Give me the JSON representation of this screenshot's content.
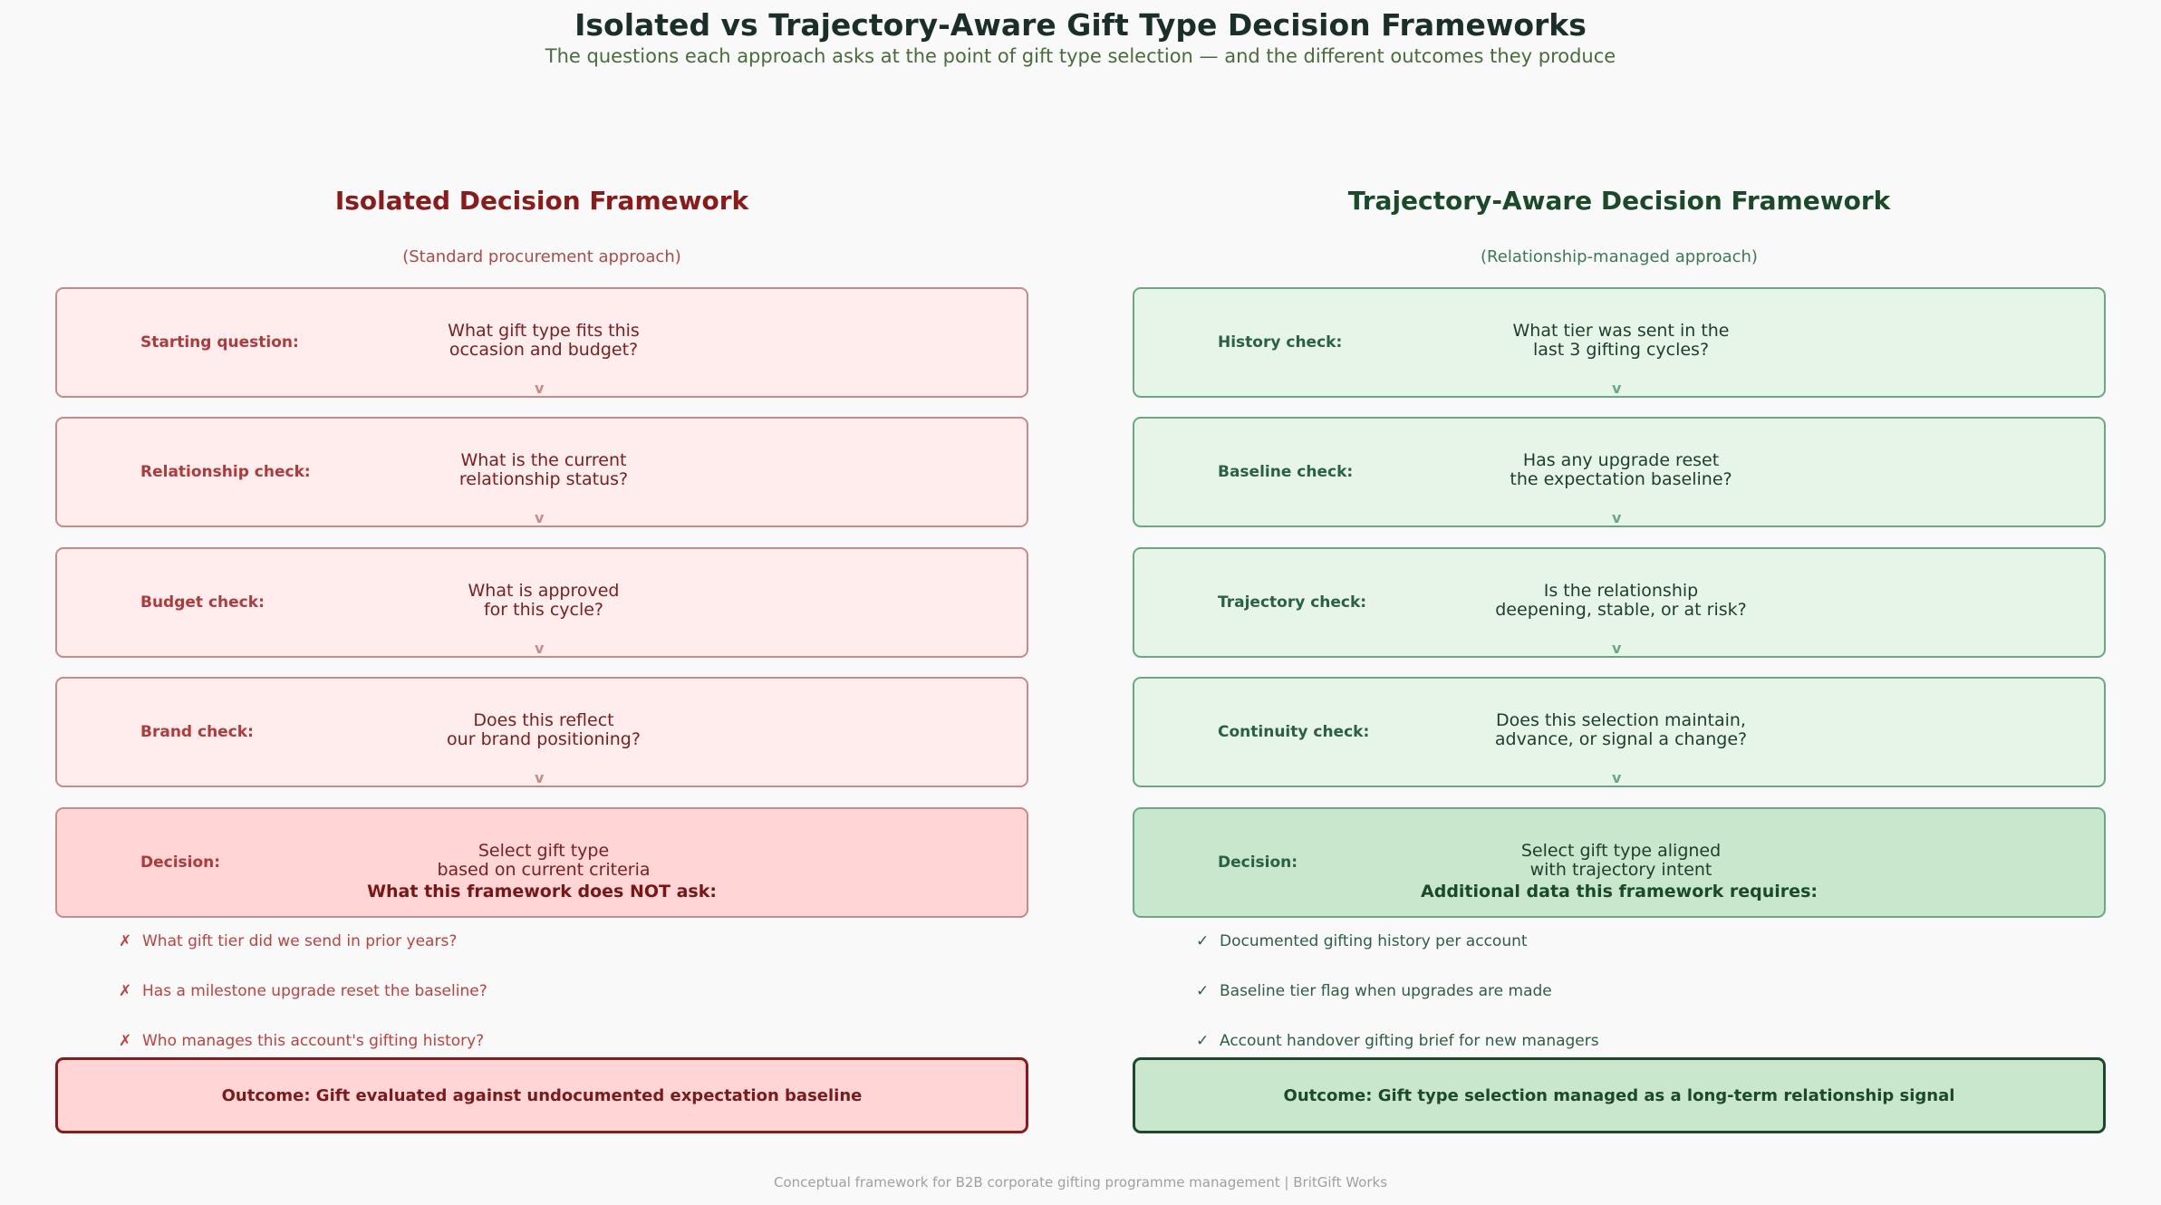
{
  "title": "Isolated vs Trajectory-Aware Gift Type Decision Frameworks",
  "subtitle": "The questions each approach asks at the point of gift type selection — and the different outcomes they produce",
  "left": {
    "title": "Isolated Decision Framework",
    "subtitle": "(Standard procurement approach)",
    "steps": [
      {
        "label": "Starting question:",
        "question": "What gift type fits this\noccasion and budget?"
      },
      {
        "label": "Relationship check:",
        "question": "What is the current\nrelationship status?"
      },
      {
        "label": "Budget check:",
        "question": "What is approved\nfor this cycle?"
      },
      {
        "label": "Brand check:",
        "question": "Does this reflect\nour brand positioning?"
      },
      {
        "label": "Decision:",
        "question": "Select gift type\nbased on current criteria"
      }
    ],
    "arrow_glyph": "v",
    "extra_heading": "What this framework does NOT ask:",
    "list_mark": "✗",
    "list": [
      "What gift tier did we send in prior years?",
      "Has a milestone upgrade reset the baseline?",
      "Who manages this account's gifting history?"
    ],
    "outcome": "Outcome: Gift evaluated against undocumented expectation baseline"
  },
  "right": {
    "title": "Trajectory-Aware Decision Framework",
    "subtitle": "(Relationship-managed approach)",
    "steps": [
      {
        "label": "History check:",
        "question": "What tier was sent in the\nlast 3 gifting cycles?"
      },
      {
        "label": "Baseline check:",
        "question": "Has any upgrade reset\nthe expectation baseline?"
      },
      {
        "label": "Trajectory check:",
        "question": "Is the relationship\ndeepening, stable, or at risk?"
      },
      {
        "label": "Continuity check:",
        "question": "Does this selection maintain,\nadvance, or signal a change?"
      },
      {
        "label": "Decision:",
        "question": "Select gift type aligned\nwith trajectory intent"
      }
    ],
    "arrow_glyph": "v",
    "extra_heading": "Additional data this framework requires:",
    "list_mark": "✓",
    "list": [
      "Documented gifting history per account",
      "Baseline tier flag when upgrades are made",
      "Account handover gifting brief for new managers"
    ],
    "outcome": "Outcome: Gift type selection managed as a long-term relationship signal"
  },
  "footer": "Conceptual framework for B2B corporate gifting programme management | BritGift Works"
}
